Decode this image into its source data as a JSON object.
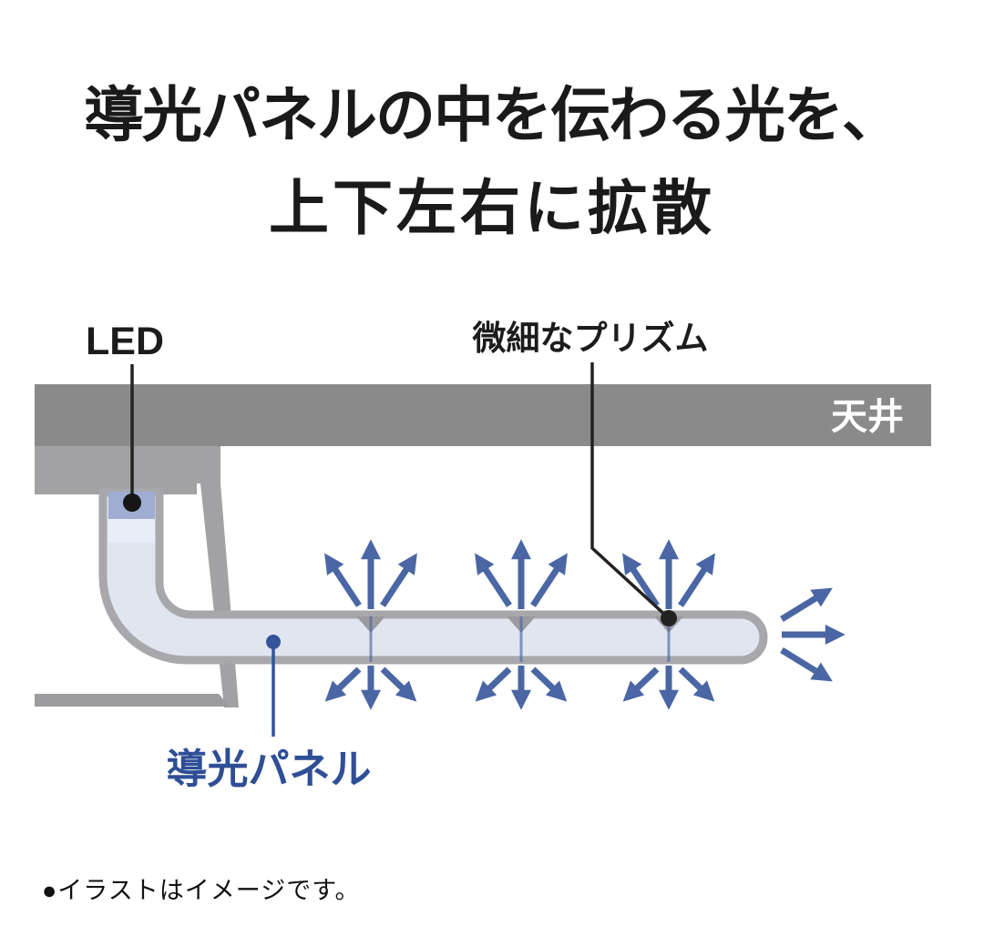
{
  "title": {
    "line1": "導光パネルの中を伝わる光を、",
    "line2": "上下左右に拡散"
  },
  "diagram": {
    "led_label": "LED",
    "prism_label": "微細なプリズム",
    "ceiling_label": "天井",
    "panel_label": "導光パネル"
  },
  "note": {
    "text": "●イラストはイメージです。"
  },
  "colors": {
    "ceiling_gray": "#8a8a8a",
    "housing_gray": "#a2a2a4",
    "panel_fill": "#e0e5f0",
    "panel_border": "#a8a8ac",
    "led_fill": "#9fadd3",
    "led_glow": "#e9edf7",
    "prism_gray": "#9b9b9f",
    "arrow_blue": "#4a66a4",
    "panel_label_blue": "#2e4e95",
    "title_black": "#1a1a1a",
    "ceiling_text_white": "#ffffff"
  }
}
